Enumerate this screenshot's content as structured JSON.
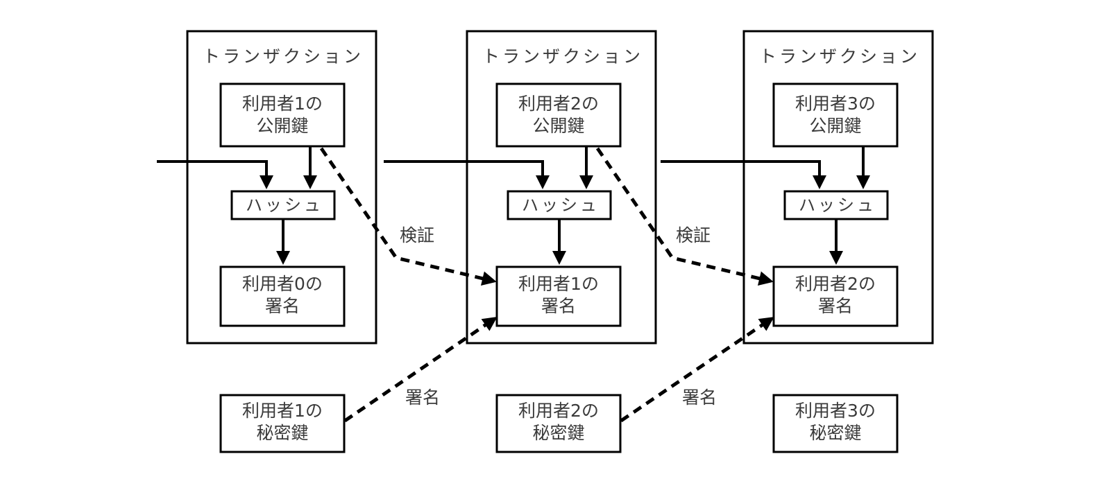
{
  "diagram": {
    "title": "",
    "colors": {
      "background": "#ffffff",
      "stroke": "#000000",
      "text": "#3a3a3a"
    },
    "transactions": [
      {
        "title": "トランザクション",
        "public_key": {
          "line1": "利用者1の",
          "line2": "公開鍵"
        },
        "hash": "ハッシュ",
        "signature": {
          "line1": "利用者0の",
          "line2": "署名"
        }
      },
      {
        "title": "トランザクション",
        "public_key": {
          "line1": "利用者2の",
          "line2": "公開鍵"
        },
        "hash": "ハッシュ",
        "signature": {
          "line1": "利用者1の",
          "line2": "署名"
        }
      },
      {
        "title": "トランザクション",
        "public_key": {
          "line1": "利用者3の",
          "line2": "公開鍵"
        },
        "hash": "ハッシュ",
        "signature": {
          "line1": "利用者2の",
          "line2": "署名"
        }
      }
    ],
    "private_keys": [
      {
        "line1": "利用者1の",
        "line2": "秘密鍵"
      },
      {
        "line1": "利用者2の",
        "line2": "秘密鍵"
      },
      {
        "line1": "利用者3の",
        "line2": "秘密鍵"
      }
    ],
    "edge_labels": {
      "verify_1": "検証",
      "verify_2": "検証",
      "sign_1": "署名",
      "sign_2": "署名"
    }
  }
}
